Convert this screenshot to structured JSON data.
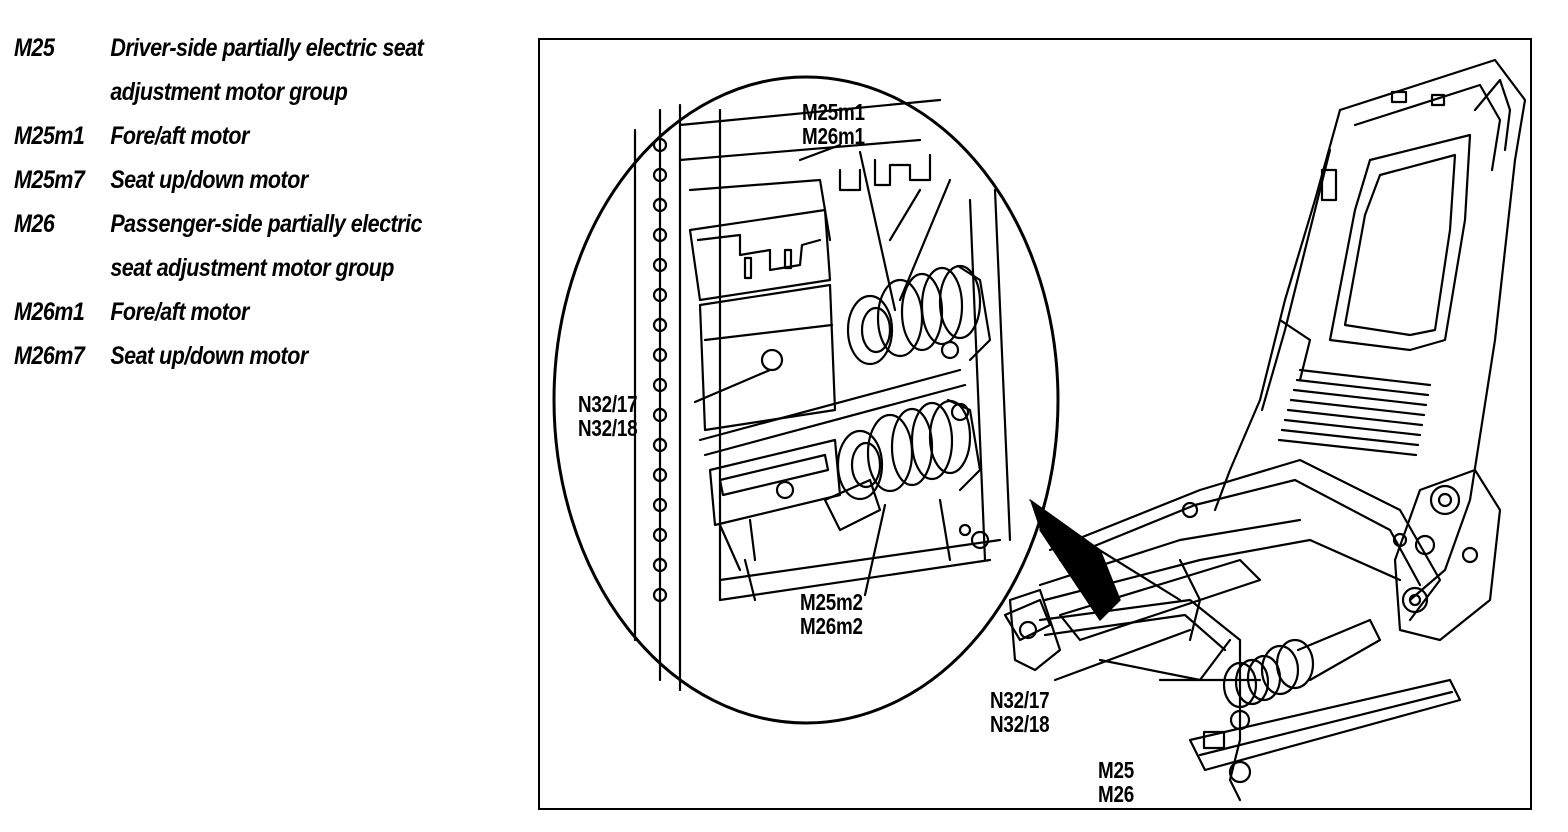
{
  "legend": [
    {
      "code": "M25",
      "lines": [
        "Driver-side partially electric seat",
        "adjustment motor group"
      ]
    },
    {
      "code": "M25m1",
      "lines": [
        "Fore/aft motor"
      ]
    },
    {
      "code": "M25m7",
      "lines": [
        "Seat up/down motor"
      ]
    },
    {
      "code": "M26",
      "lines": [
        "Passenger-side partially electric",
        "seat adjustment motor group"
      ]
    },
    {
      "code": "M26m1",
      "lines": [
        "Fore/aft motor"
      ]
    },
    {
      "code": "M26m7",
      "lines": [
        "Seat up/down motor"
      ]
    }
  ],
  "callouts": {
    "m1": [
      "M25m1",
      "M26m1"
    ],
    "module_detail": [
      "N32/17",
      "N32/18"
    ],
    "m2": [
      "M25m2",
      "M26m2"
    ],
    "module_seat": [
      "N32/17",
      "N32/18"
    ],
    "group": [
      "M25",
      "M26"
    ]
  }
}
